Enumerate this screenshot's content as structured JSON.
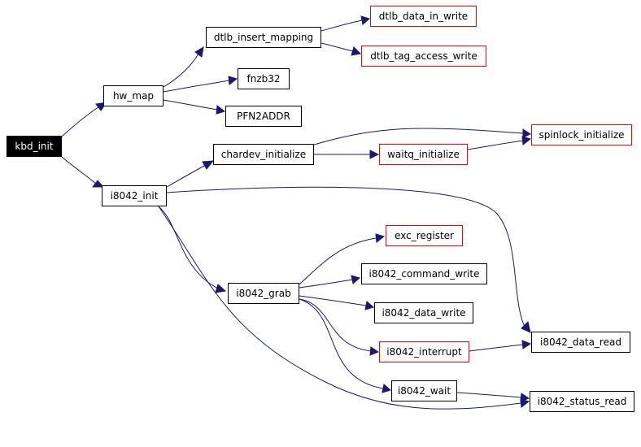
{
  "graph": {
    "colors": {
      "edge": "#191970",
      "node_border": "#000000",
      "node_border_external": "#ff0000",
      "root_fill": "#000000",
      "root_text": "#ffffff"
    },
    "nodes": [
      {
        "id": "kbd_init",
        "label": "kbd_init",
        "style": "root"
      },
      {
        "id": "hw_map",
        "label": "hw_map",
        "style": "normal"
      },
      {
        "id": "i8042_init",
        "label": "i8042_init",
        "style": "normal"
      },
      {
        "id": "dtlb_insert_mapping",
        "label": "dtlb_insert_mapping",
        "style": "normal"
      },
      {
        "id": "fnzb32",
        "label": "fnzb32",
        "style": "normal"
      },
      {
        "id": "PFN2ADDR",
        "label": "PFN2ADDR",
        "style": "normal"
      },
      {
        "id": "chardev_initialize",
        "label": "chardev_initialize",
        "style": "normal"
      },
      {
        "id": "i8042_grab",
        "label": "i8042_grab",
        "style": "normal"
      },
      {
        "id": "dtlb_data_in_write",
        "label": "dtlb_data_in_write",
        "style": "external"
      },
      {
        "id": "dtlb_tag_access_write",
        "label": "dtlb_tag_access_write",
        "style": "external"
      },
      {
        "id": "waitq_initialize",
        "label": "waitq_initialize",
        "style": "external"
      },
      {
        "id": "spinlock_initialize",
        "label": "spinlock_initialize",
        "style": "external"
      },
      {
        "id": "exc_register",
        "label": "exc_register",
        "style": "external"
      },
      {
        "id": "i8042_command_write",
        "label": "i8042_command_write",
        "style": "normal"
      },
      {
        "id": "i8042_data_write",
        "label": "i8042_data_write",
        "style": "normal"
      },
      {
        "id": "i8042_interrupt",
        "label": "i8042_interrupt",
        "style": "external"
      },
      {
        "id": "i8042_wait",
        "label": "i8042_wait",
        "style": "normal"
      },
      {
        "id": "i8042_data_read",
        "label": "i8042_data_read",
        "style": "normal"
      },
      {
        "id": "i8042_status_read",
        "label": "i8042_status_read",
        "style": "normal"
      }
    ],
    "edges": [
      {
        "from": "kbd_init",
        "to": "hw_map"
      },
      {
        "from": "kbd_init",
        "to": "i8042_init"
      },
      {
        "from": "hw_map",
        "to": "dtlb_insert_mapping"
      },
      {
        "from": "hw_map",
        "to": "fnzb32"
      },
      {
        "from": "hw_map",
        "to": "PFN2ADDR"
      },
      {
        "from": "dtlb_insert_mapping",
        "to": "dtlb_data_in_write"
      },
      {
        "from": "dtlb_insert_mapping",
        "to": "dtlb_tag_access_write"
      },
      {
        "from": "i8042_init",
        "to": "chardev_initialize"
      },
      {
        "from": "i8042_init",
        "to": "i8042_data_read"
      },
      {
        "from": "i8042_init",
        "to": "i8042_grab"
      },
      {
        "from": "i8042_init",
        "to": "i8042_status_read"
      },
      {
        "from": "chardev_initialize",
        "to": "spinlock_initialize"
      },
      {
        "from": "chardev_initialize",
        "to": "waitq_initialize"
      },
      {
        "from": "waitq_initialize",
        "to": "spinlock_initialize"
      },
      {
        "from": "i8042_grab",
        "to": "exc_register"
      },
      {
        "from": "i8042_grab",
        "to": "i8042_command_write"
      },
      {
        "from": "i8042_grab",
        "to": "i8042_data_write"
      },
      {
        "from": "i8042_grab",
        "to": "i8042_interrupt"
      },
      {
        "from": "i8042_grab",
        "to": "i8042_wait"
      },
      {
        "from": "i8042_interrupt",
        "to": "i8042_data_read"
      },
      {
        "from": "i8042_wait",
        "to": "i8042_status_read"
      }
    ]
  }
}
